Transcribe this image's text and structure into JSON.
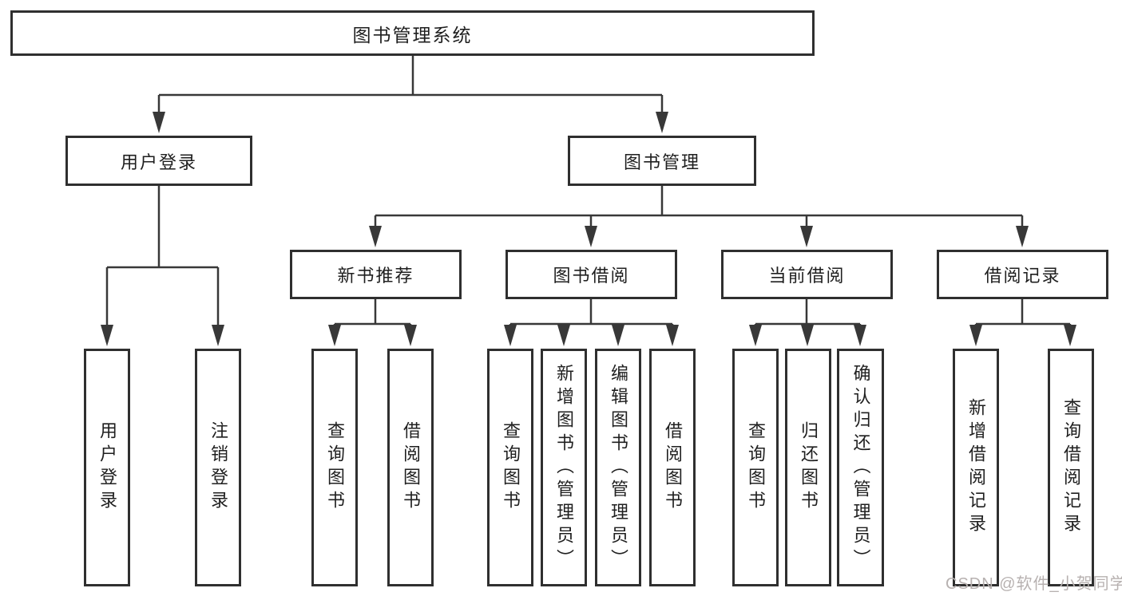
{
  "diagram": {
    "root": {
      "label": "图书管理系统"
    },
    "level2": [
      {
        "label": "用户登录"
      },
      {
        "label": "图书管理"
      }
    ],
    "level3": [
      {
        "label": "新书推荐"
      },
      {
        "label": "图书借阅"
      },
      {
        "label": "当前借阅"
      },
      {
        "label": "借阅记录"
      }
    ],
    "leaves": [
      {
        "label": "用户登录"
      },
      {
        "label": "注销登录"
      },
      {
        "label": "查询图书"
      },
      {
        "label": "借阅图书"
      },
      {
        "label": "查询图书"
      },
      {
        "label": "新增图书（管理员）"
      },
      {
        "label": "编辑图书（管理员）"
      },
      {
        "label": "借阅图书"
      },
      {
        "label": "查询图书"
      },
      {
        "label": "归还图书"
      },
      {
        "label": "确认归还（管理员）"
      },
      {
        "label": "新增借阅记录"
      },
      {
        "label": "查询借阅记录"
      }
    ]
  },
  "watermark": {
    "text": "CSDN @软件_小贺同学"
  },
  "colors": {
    "background": "#ffffff",
    "line": "#383838",
    "box_border": "#2f2f2f",
    "text": "#1f1f1f",
    "watermark": "#b7b1b0"
  }
}
